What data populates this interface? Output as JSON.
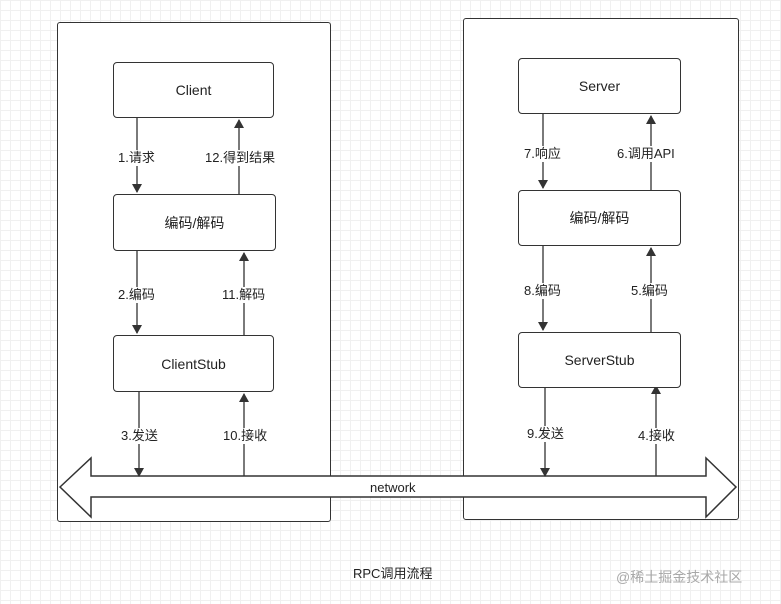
{
  "client_side": {
    "client": "Client",
    "codec": "编码/解码",
    "stub": "ClientStub",
    "step1": "1.请求",
    "step12": "12.得到结果",
    "step2": "2.编码",
    "step11": "11.解码",
    "step3": "3.发送",
    "step10": "10.接收"
  },
  "server_side": {
    "server": "Server",
    "codec": "编码/解码",
    "stub": "ServerStub",
    "step7": "7.响应",
    "step6": "6.调用API",
    "step8": "8.编码",
    "step5": "5.编码",
    "step9": "9.发送",
    "step4": "4.接收"
  },
  "network_label": "network",
  "caption": "RPC调用流程",
  "watermark": "@稀土掘金技术社区"
}
